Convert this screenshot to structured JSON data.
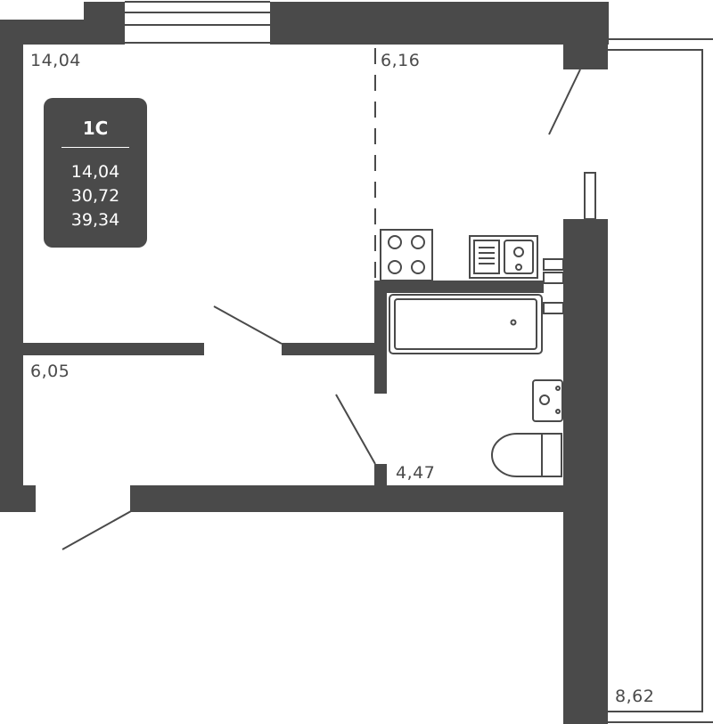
{
  "apartment": {
    "type": "1С",
    "living_area": "14,04",
    "total_area_no_balcony": "30,72",
    "total_area": "39,34"
  },
  "rooms": {
    "living_room": "14,04",
    "kitchen": "6,16",
    "hallway": "6,05",
    "bathroom": "4,47",
    "balcony": "8,62"
  },
  "colors": {
    "wall": "#4a4a4a",
    "text": "#4a4a4a",
    "background": "#ffffff"
  }
}
